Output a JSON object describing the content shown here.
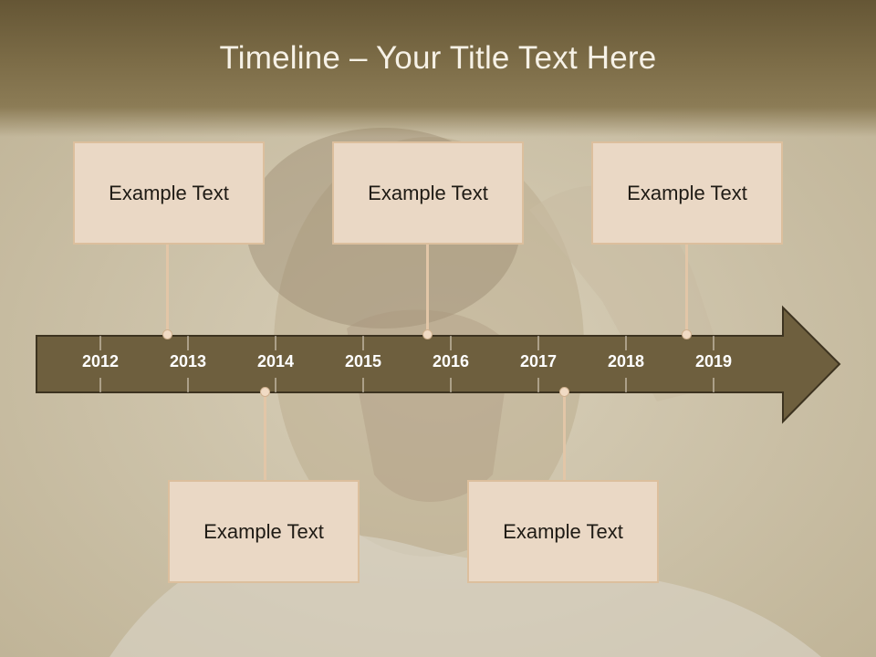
{
  "slide": {
    "title": "Timeline – Your Title Text Here"
  },
  "timeline": {
    "years": [
      "2012",
      "2013",
      "2014",
      "2015",
      "2016",
      "2017",
      "2018",
      "2019"
    ],
    "arrow_color": "#6e5f3e",
    "events": [
      {
        "text": "Example Text",
        "position": "above"
      },
      {
        "text": "Example Text",
        "position": "above"
      },
      {
        "text": "Example Text",
        "position": "above"
      },
      {
        "text": "Example Text",
        "position": "below"
      },
      {
        "text": "Example Text",
        "position": "below"
      }
    ]
  }
}
